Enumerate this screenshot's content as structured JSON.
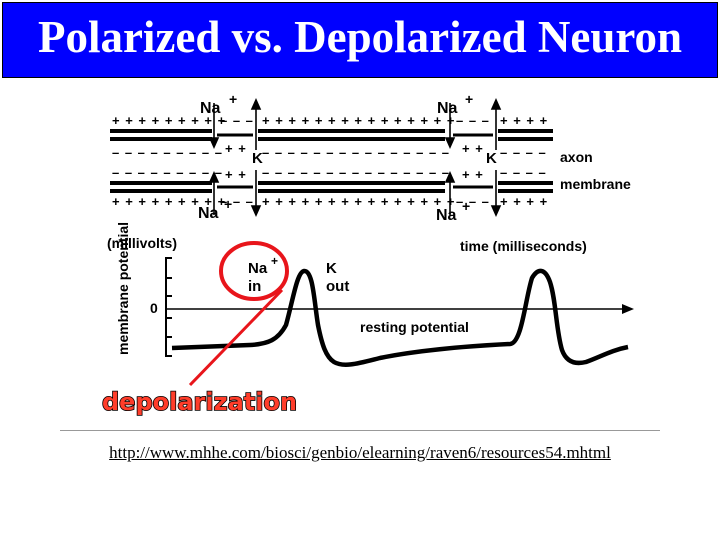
{
  "title": "Polarized vs. Depolarized Neuron",
  "colors": {
    "title_bg": "#0000ff",
    "title_text": "#ffffff",
    "highlight": "#e8151b",
    "depolarization_text": "#ff3d2a"
  },
  "membrane": {
    "ion_na": "Na",
    "ion_k": "K",
    "plus_superscript": "+",
    "label_axon": "axon",
    "label_membrane": "membrane",
    "sign_runs": {
      "top_above_left": "+ + + + + + + + +",
      "top_above_mid": "– – –",
      "top_above_right": "+ + + + + + + + + + + + + + +",
      "top_above_mid2": "– – –",
      "top_above_end": "+ + + +",
      "top_below_left": "– – – – – – – – –",
      "top_below_mid": "+ +",
      "top_below_right": "– – – – – – – – – – – – – – –",
      "top_below_mid2": "+ +",
      "top_below_end": "– – – –",
      "bot_above_left": "– – – – – – – – –",
      "bot_above_mid": "+ +",
      "bot_above_right": "– – – – – – – – – – – – – – –",
      "bot_above_mid2": "+ +",
      "bot_above_end": "– – – –",
      "bot_below_left": "+ + + + + + + + +",
      "bot_below_mid": "– – –",
      "bot_below_right": "+ + + + + + + + + + + + + + +",
      "bot_below_mid2": "– – –",
      "bot_below_end": "+ + + +"
    }
  },
  "graph": {
    "ylabel_units": "(millivolts)",
    "ylabel": "membrane potential",
    "xlabel": "time (milliseconds)",
    "zero_tick": "0",
    "na_in": "in",
    "k_out": "out",
    "resting": "resting potential"
  },
  "callout": "depolarization",
  "source_url": "http://www.mhhe.com/biosci/genbio/elearning/raven6/resources54.mhtml"
}
